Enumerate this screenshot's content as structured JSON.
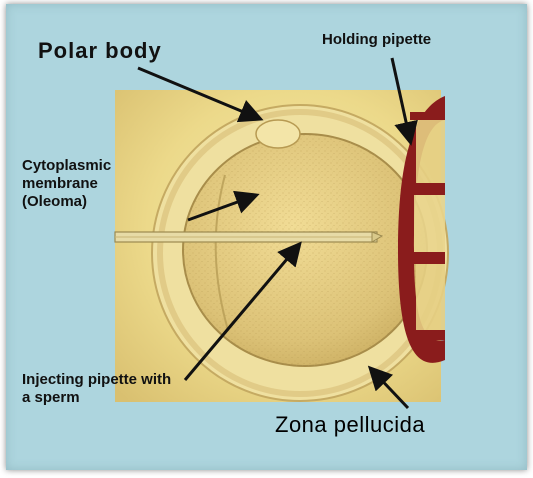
{
  "labels": {
    "polar_body": "Polar body",
    "holding_pipette": "Holding pipette",
    "cytoplasmic": [
      "Cytoplasmic",
      "membrane",
      "(Oleoma)"
    ],
    "injecting": [
      "Injecting pipette with",
      "a sperm"
    ],
    "zona": "Zona pellucida"
  },
  "colors": {
    "background": "#add5de",
    "micrograph": "#e8d98c",
    "pipette": "#8a1c1c",
    "arrow": "#111111"
  }
}
